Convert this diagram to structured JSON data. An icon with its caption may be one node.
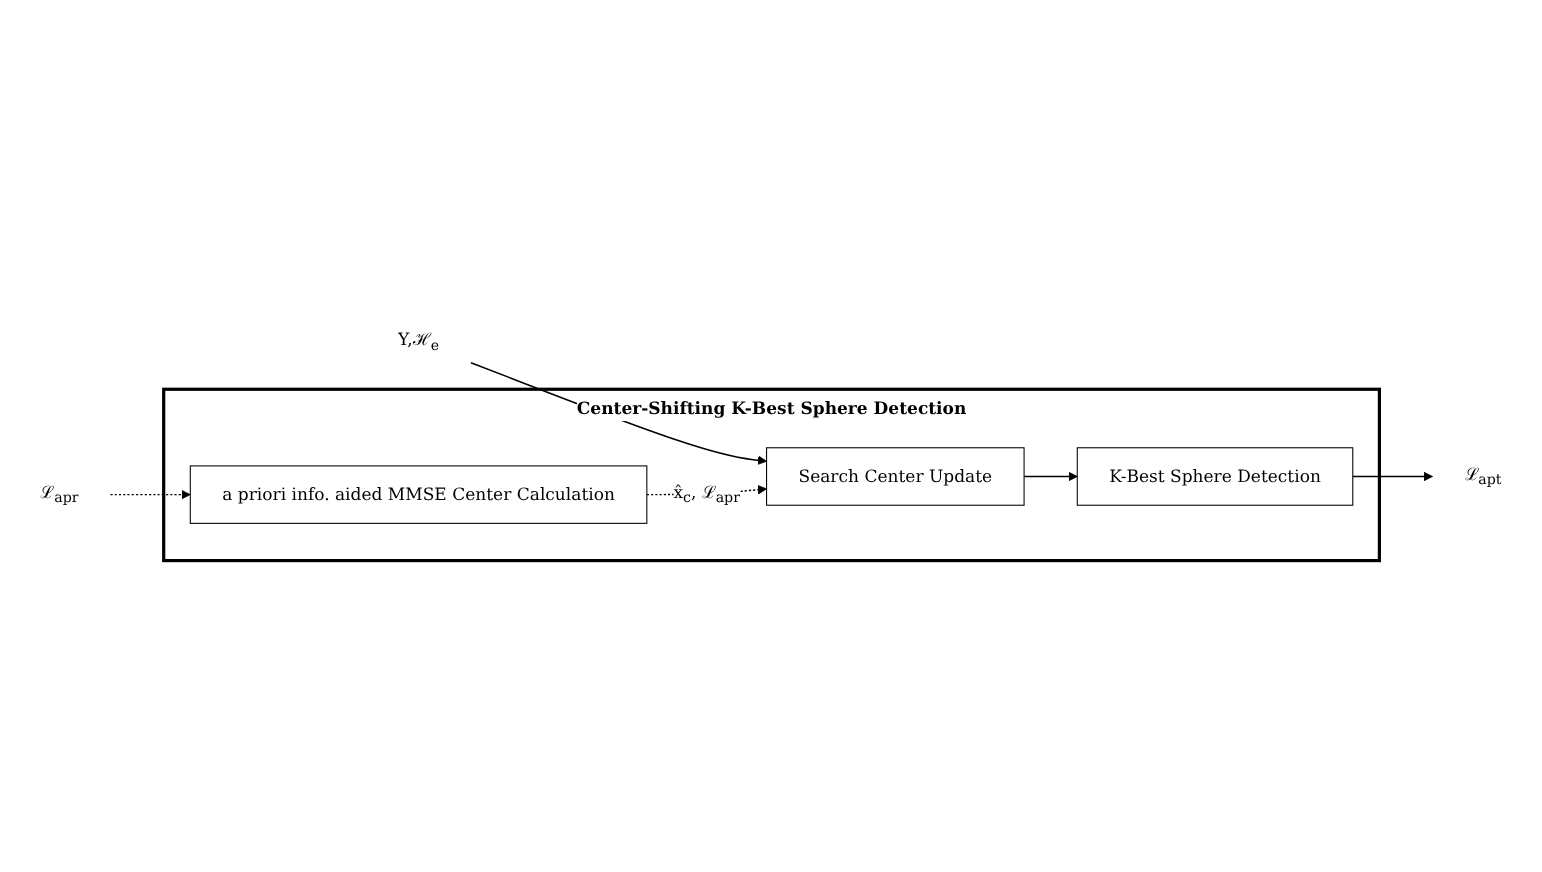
{
  "diagram": {
    "nodes": [
      {
        "text": [
          "Center-Shifting K-Best Sphere Detection"
        ]
      },
      {
        "text": [
          "Search Center Update"
        ],
        "in": 0
      },
      {
        "text": [
          "K-Best Sphere Detection"
        ],
        "in": 0
      },
      {
        "text": [
          "a priori info. aided MMSE Center Calculation"
        ],
        "in": 0
      },
      {
        "text": [
          "Y,ℋ$_{e}$"
        ]
      },
      {
        "text": [
          "ℒ$_{apt}$"
        ]
      },
      {
        "text": [
          "ℒ$_{apr}$"
        ]
      }
    ],
    "edges": [
      {
        "from": 4,
        "to": 1,
        "arrow": "to"
      },
      {
        "from": 3,
        "to": 1,
        "arrow": "to",
        "style": "dashed",
        "label": "x̂$_{c}$, ℒ$_{apr}$"
      },
      {
        "from": 1,
        "to": 2,
        "arrow": "to"
      },
      {
        "from": 2,
        "to": 5,
        "arrow": "to"
      },
      {
        "from": 6,
        "to": 3,
        "arrow": "to",
        "style": "dashed"
      }
    ]
  }
}
